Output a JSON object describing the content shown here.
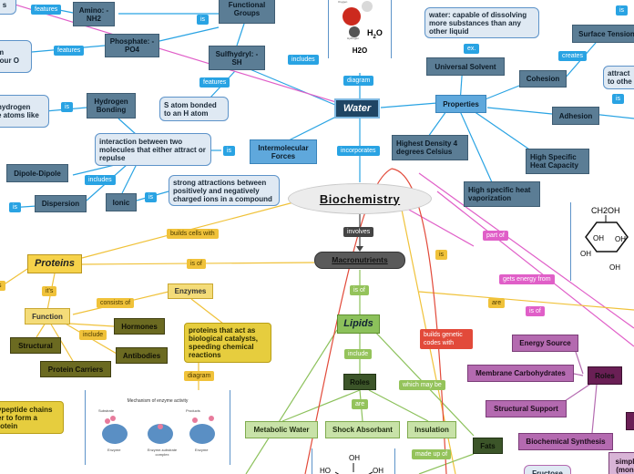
{
  "water": {
    "title": "Water",
    "formula_label": "H2O",
    "h2o": "H",
    "h2o_sub": "2",
    "h2o_end": "O",
    "atom_oxygen": "Oxygen",
    "atom_hydrogen": "Hydrogen"
  },
  "biochem": {
    "title": "Biochemistry"
  },
  "macro": {
    "title": "Macronutrients"
  },
  "top_left": {
    "functional_groups": "Functional Groups",
    "amino": "Amino: -NH2",
    "phosphate": "Phosphate: -PO4",
    "sulfhydryl": "Sulfhydryl: -SH",
    "s_atom": "S atom bonded to an H atom",
    "partial_s": "s",
    "partial_m": "m\nfour O",
    "hydrogen_bonding": "Hydrogen Bonding",
    "hydrogen_atoms": "hydrogen\ne atoms like",
    "interaction": "interaction between two molecules that either attract or repulse",
    "intermolecular": "Intermolecular Forces",
    "dipole": "Dipole-Dipole",
    "dispersion": "Dispersion",
    "ionic": "Ionic",
    "strong_attractions": "strong attractions between positively and negatively charged ions in a compound"
  },
  "top_right": {
    "water_capable": "water: capable of dissolving more substances than any other liquid",
    "universal_solvent": "Universal Solvent",
    "properties": "Properties",
    "cohesion": "Cohesion",
    "surface_tension": "Surface Tension",
    "adhesion": "Adhesion",
    "attract": "attract\nto othe",
    "highest_density": "Highest Density 4 degrees Celsius",
    "high_specific_heat": "High Specific Heat Capacity",
    "high_specific_vap": "High specific heat vaporization"
  },
  "proteins": {
    "title": "Proteins",
    "enzymes": "Enzymes",
    "function": "Function",
    "hormones": "Hormones",
    "structural": "Structural",
    "antibodies": "Antibodies",
    "protein_carriers": "Protein Carriers",
    "biological_catalysts": "proteins that act as biological catalysts, speeding chemical reactions",
    "polypeptide": "ypeptide chains\ner to form a\nrotein",
    "enzyme_diagram_title": "Mechanism of enzyme activity",
    "enzyme_sub1": "Substrate",
    "enzyme_sub2": "Products",
    "enzyme_cap1": "Enzyme",
    "enzyme_cap2": "Enzyme-substrate complex",
    "enzyme_cap3": "Enzyme"
  },
  "lipids": {
    "title": "Lipids",
    "roles": "Roles",
    "metabolic_water": "Metabolic Water",
    "shock_absorbant": "Shock Absorbant",
    "insulation": "Insulation",
    "fats": "Fats",
    "ho": "HO",
    "oh": "OH",
    "oh2": "OH"
  },
  "carbs": {
    "energy_source": "Energy Source",
    "membrane_carbs": "Membrane Carbohydrates",
    "roles": "Roles",
    "structural_support": "Structural Support",
    "biochemical_synthesis": "Biochemical Synthesis",
    "fructose": "Fructose",
    "simple": "simpl\n(mon",
    "ring_ch2oh": "CH2OH",
    "ring_oh1": "OH",
    "ring_oh2": "OH",
    "ring_oh3": "OH",
    "ring_oh4": "OH"
  },
  "labels": {
    "features1": "features",
    "features2": "features",
    "features3": "features",
    "is1": "is",
    "includes1": "includes",
    "is2": "is",
    "is3": "is",
    "includes2": "includes",
    "is4": "is",
    "is5": "is",
    "diagram1": "diagram",
    "incorporates": "incorporates",
    "ex": "ex.",
    "creates": "creates",
    "is6": "is",
    "is7": "is",
    "involves": "involves",
    "builds_cells": "builds cells with",
    "is_of1": "is of",
    "its": "it's",
    "consists_of": "consists of",
    "include": "include",
    "diagram2": "diagram",
    "is8": "is",
    "part_of": "part of",
    "gets_energy": "gets energy from",
    "are1": "are",
    "is_of2": "is of",
    "is_of3": "is of",
    "builds_genetic": "builds genetic codes with",
    "include2": "include",
    "are2": "are",
    "which_may_be": "which may be",
    "made_up_of": "made up of"
  }
}
